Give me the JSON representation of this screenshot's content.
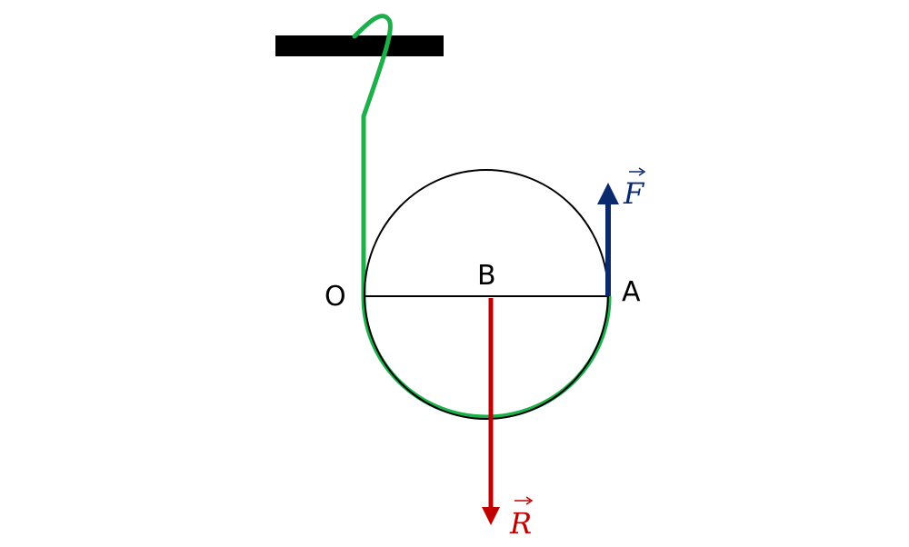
{
  "labels": {
    "point_o": "O",
    "point_b": "B",
    "point_a": "A",
    "vector_f": "F",
    "vector_r": "R"
  },
  "colors": {
    "rope": "#1db04a",
    "support": "#000000",
    "circle": "#000000",
    "force_f": "#0b2a6e",
    "force_r": "#c00000"
  }
}
